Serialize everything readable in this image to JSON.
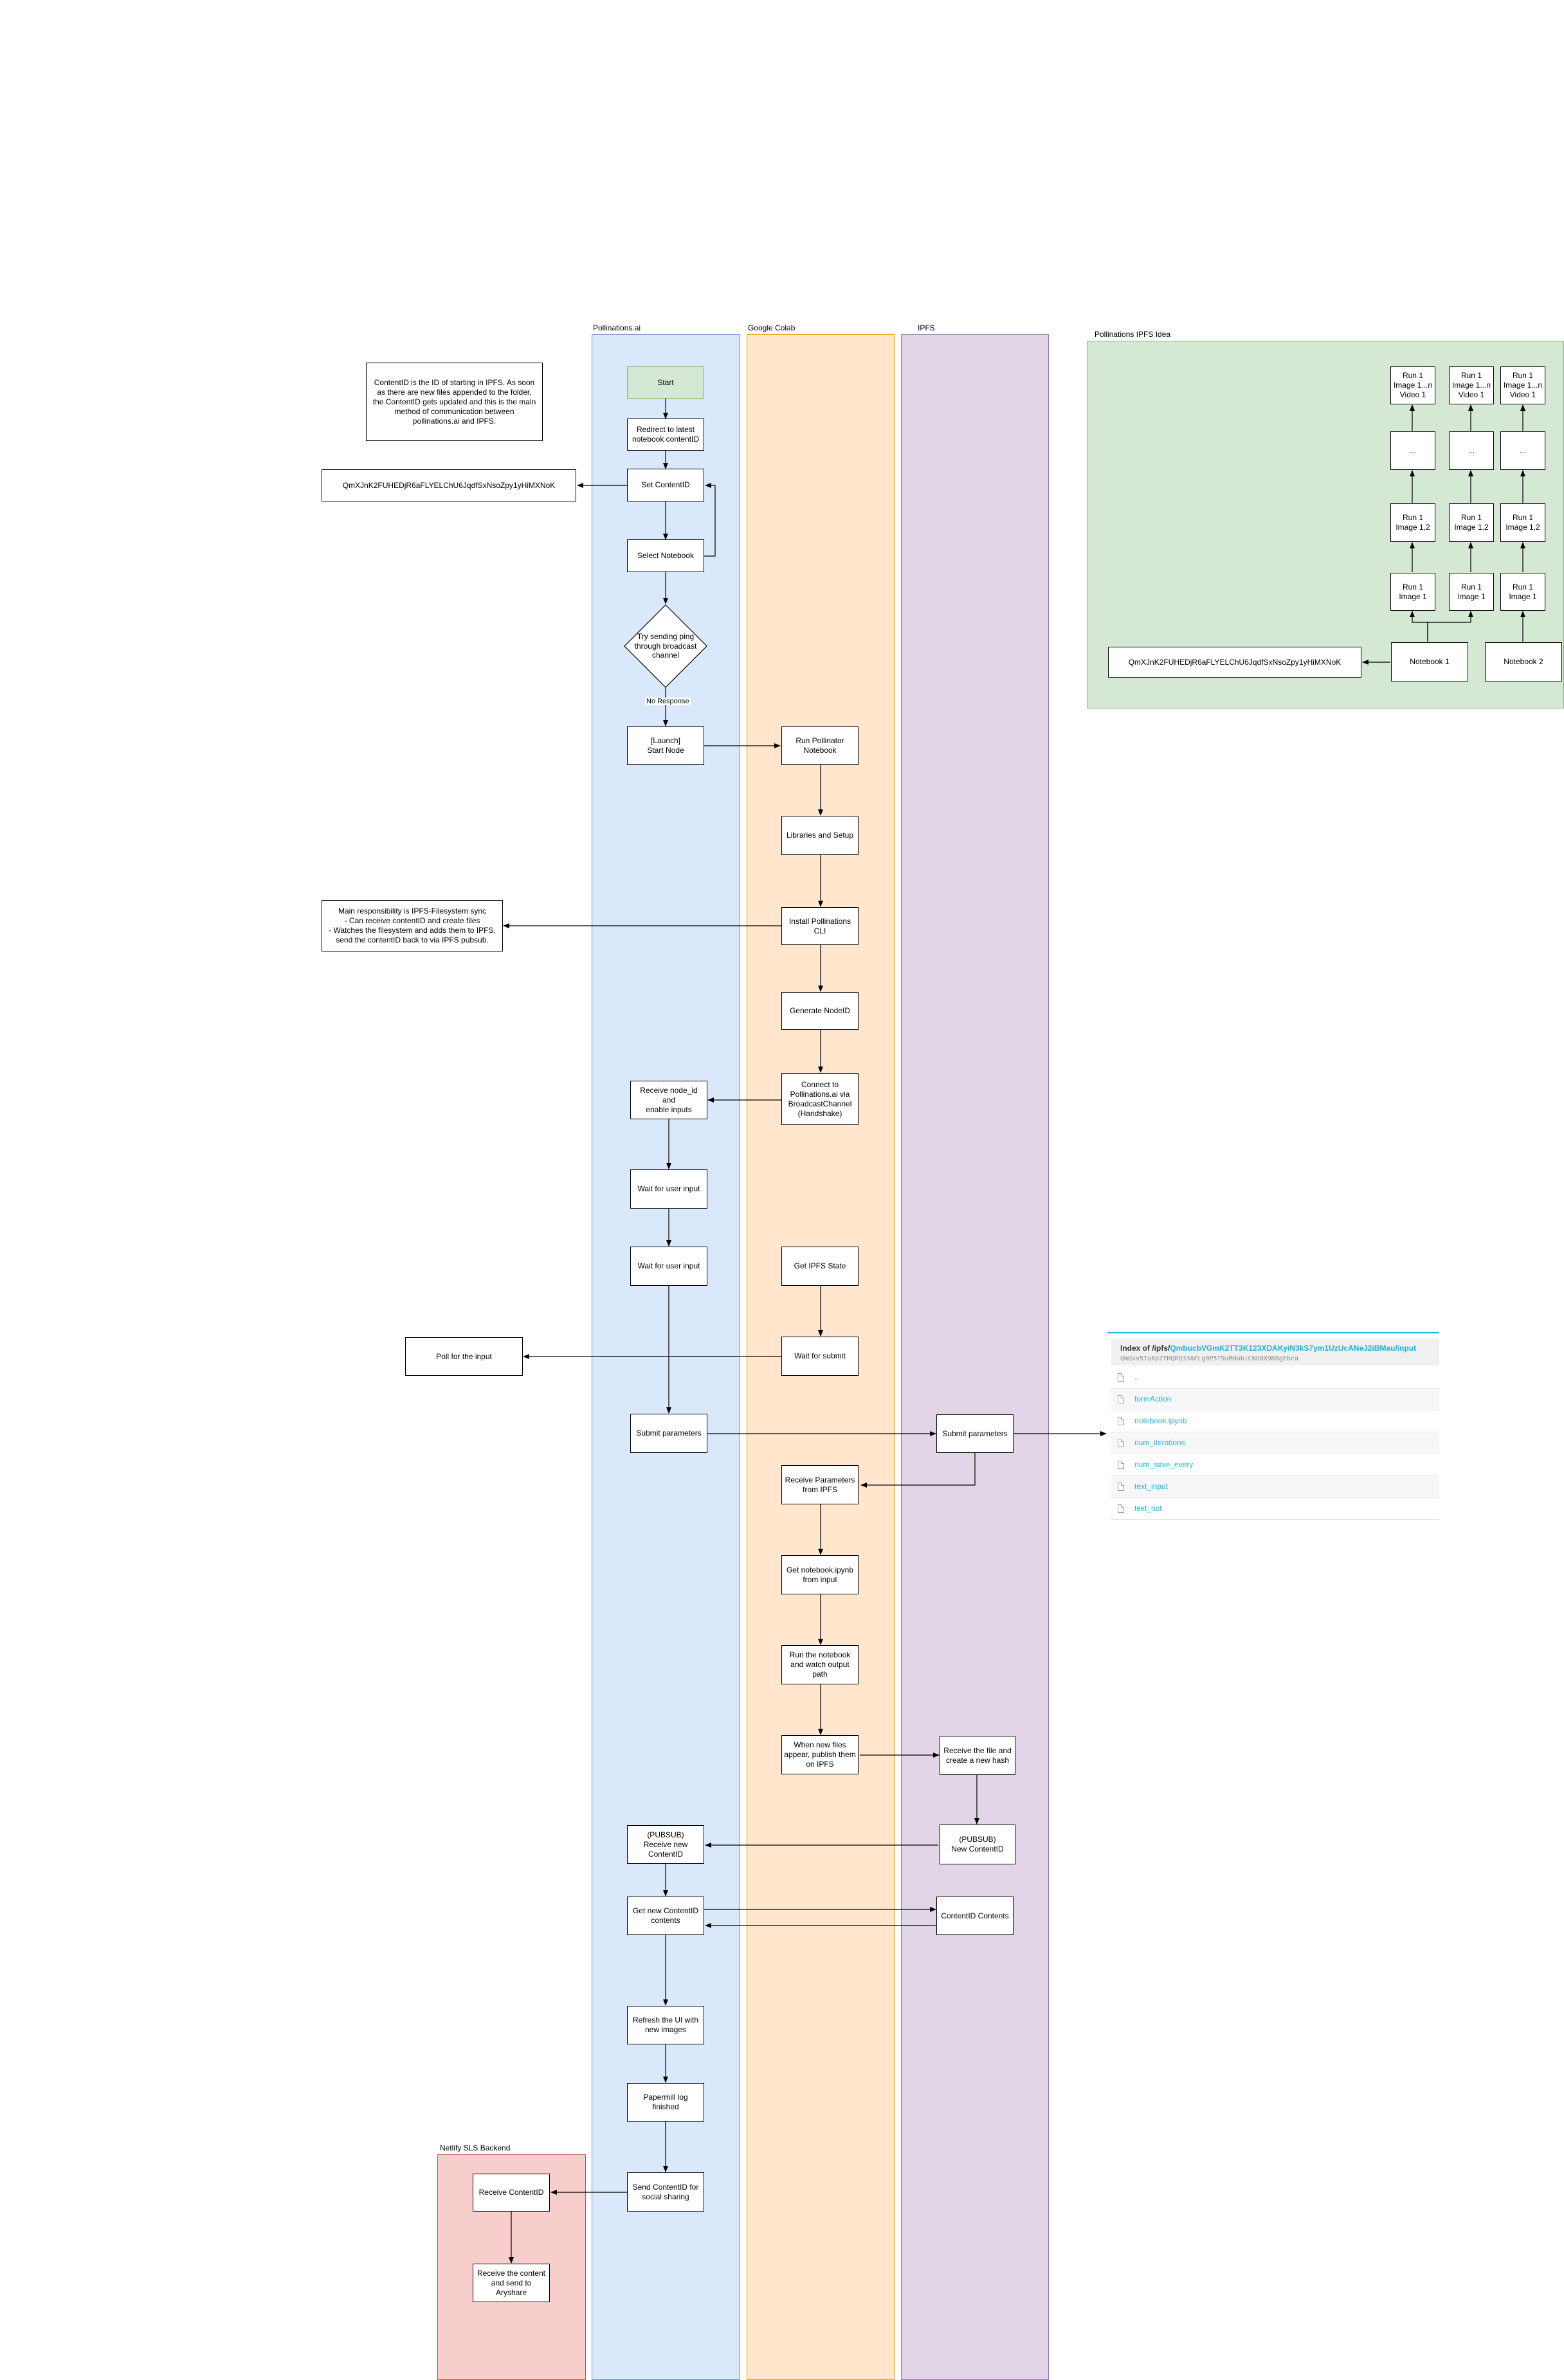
{
  "colors": {
    "pollinations_fill": "#dae8fc",
    "pollinations_stroke": "#6c8ebf",
    "colab_fill": "#ffe6cc",
    "colab_stroke": "#d79b00",
    "ipfs_fill": "#e1d5e7",
    "ipfs_stroke": "#9673a6",
    "netlify_fill": "#f8cecc",
    "netlify_stroke": "#b85450",
    "idea_fill": "#d5e8d4",
    "idea_stroke": "#82b366",
    "start_fill": "#d5e8d4",
    "link": "#1fb3d4"
  },
  "lanes": {
    "pollinations": "Pollinations.ai",
    "colab": "Google Colab",
    "ipfs": "IPFS",
    "netlify": "Netlify SLS Backend",
    "idea": "Pollinations IPFS Idea"
  },
  "nodes": {
    "start": "Start",
    "redirect": "Redirect to latest\nnotebook contentID",
    "set_content_id": "Set ContentID",
    "select_notebook": "Select Notebook",
    "try_ping": "Try sending ping\nthrough broadcast\nchannel",
    "launch_start_node": "[Launch]\nStart Node",
    "receive_node_id": "Receive node_id and\nenable inputs",
    "wait_user_input_1": "Wait for user input",
    "wait_user_input_2": "Wait for user input",
    "submit_parameters": "Submit parameters",
    "pubsub_receive": "(PUBSUB)\nReceive new\nContentID",
    "get_new_contents": "Get new ContentID\ncontents",
    "refresh_ui": "Refresh the UI with\nnew images",
    "papermill_finished": "Papermill log finished",
    "send_content_id": "Send ContentID for\nsocial sharing",
    "run_pollinator": "Run Pollinator\nNotebook",
    "libraries_setup": "Libraries and Setup",
    "install_cli": "Install Pollinations\nCLI",
    "generate_node_id": "Generate NodeID",
    "connect_pollinations": "Connect to\nPollinations.ai via\nBroadcastChannel\n(Handshake)",
    "get_ipfs_state": "Get IPFS State",
    "wait_submit": "Wait for submit",
    "receive_params": "Receive Parameters\nfrom IPFS",
    "get_notebook": "Get notebook.ipynb\nfrom input",
    "run_notebook": "Run the notebook\nand watch output\npath",
    "publish_files": "When new files\nappear, publish them\non IPFS",
    "ipfs_submit": "Submit parameters",
    "receive_file_hash": "Receive the file and\ncreate a new hash",
    "pubsub_new_id": "(PUBSUB)\nNew ContentID",
    "content_contents": "ContentID Contents",
    "netlify_receive": "Receive ContentID",
    "netlify_send": "Receive the content\nand send to Aryshare"
  },
  "edge_labels": {
    "no_response": "No Response"
  },
  "notes": {
    "content_id_explain": "ContentID is the ID of starting in IPFS. As soon as there are new files appended to the folder, the ContentID gets updated and this is the main method of communication between pollinations.ai and IPFS.",
    "content_hash": "QmXJnK2FUHEDjR6aFLYELChU6JqdfSxNsoZpy1yHiMXNoK",
    "cli_responsibility": "Main responsibility is IPFS-Filesystem sync\n- Can receive contentID and create files\n- Watches the filesystem and adds them to IPFS,\nsend the contentID back to via IPFS pubsub.",
    "poll_input": "Poll for the input"
  },
  "idea": {
    "hash": "QmXJnK2FUHEDjR6aFLYELChU6JqdfSxNsoZpy1yHiMXNoK",
    "notebook_1": "Notebook 1",
    "notebook_2": "Notebook 2",
    "run_image_1": "Run 1\nImage 1",
    "run_image_12": "Run 1\nImage 1,2",
    "ellipsis": "...",
    "run_video": "Run 1\nImage 1...n\nVideo 1"
  },
  "ipfs_browser": {
    "title_prefix": "Index of /ipfs/",
    "title_path": "QmbucbVGmK2TT3K123XDAKyiN3kS7ym1UzUcANeJ2iBMau/input",
    "hash": "QmQvv5TaXp7YHQRQ33AFLg0P5T9uMdubiCNQ0X9R8gEbca",
    "parent": "..",
    "files": [
      "formAction",
      "notebook.ipynb",
      "num_iterations",
      "num_save_every",
      "text_input",
      "text_not"
    ]
  }
}
